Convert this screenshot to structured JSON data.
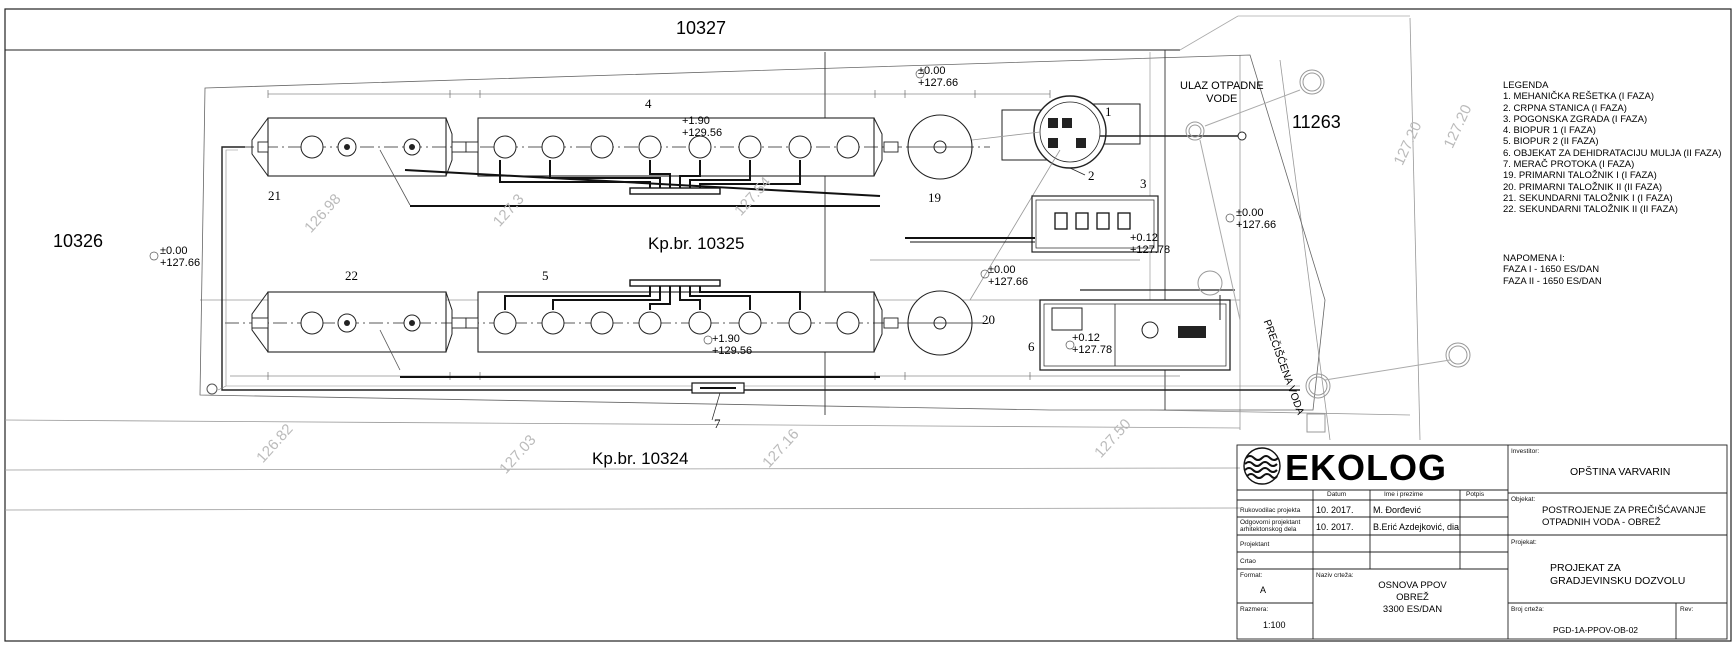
{
  "parcels": {
    "top": "10327",
    "left": "10326",
    "center": "Kp.br. 10325",
    "bottom": "Kp.br. 10324",
    "right": "11263"
  },
  "levels": {
    "a": [
      "±0.00",
      "+127.66"
    ],
    "b": [
      "±0.00",
      "+127.66"
    ],
    "c": [
      "±0.00",
      "+127.66"
    ],
    "d": [
      "±0.00",
      "+127.66"
    ],
    "e": [
      "+1.90",
      "+129.56"
    ],
    "f": [
      "+1.90",
      "+129.56"
    ],
    "g": [
      "+0.12",
      "+127.78"
    ],
    "h": [
      "+0.12",
      "+127.78"
    ]
  },
  "inlet": [
    "ULAZ OTPADNE",
    "VODE"
  ],
  "outlet": "PREČIŠĆENA VODA",
  "item_numbers": [
    "1",
    "2",
    "3",
    "4",
    "5",
    "6",
    "7",
    "19",
    "20",
    "21",
    "22"
  ],
  "ground_levels": [
    "126.98",
    "127.3",
    "127.54",
    "126.82",
    "127.03",
    "127.16",
    "127.50",
    "127.20",
    "127.20"
  ],
  "legend": {
    "title": "LEGENDA",
    "items": [
      "1. MEHANIČKA REŠETKA (I FAZA)",
      "2. CRPNA STANICA (I FAZA)",
      "3. POGONSKA ZGRADA (I FAZA)",
      "4. BIOPUR 1 (I FAZA)",
      "5. BIOPUR 2 (II FAZA)",
      "6. OBJEKAT ZA DEHIDRATACIJU MULJA (II FAZA)",
      "7. MERAČ PROTOKA (I FAZA)",
      "19. PRIMARNI TALOŽNIK I (I FAZA)",
      "20. PRIMARNI TALOŽNIK II (II FAZA)",
      "21. SEKUNDARNI TALOŽNIK I (I FAZA)",
      "22. SEKUNDARNI TALOŽNIK II (II FAZA)"
    ],
    "note_title": "NAPOMENA I:",
    "notes": [
      "FAZA I - 1650 ES/DAN",
      "FAZA II - 1650 ES/DAN"
    ]
  },
  "titleblock": {
    "logo": "EKOLOG",
    "headers": {
      "date": "Datum",
      "name": "Ime i prezime",
      "sign": "Potpis"
    },
    "rows": [
      {
        "role": "Rukovodilac projekta",
        "date": "10. 2017.",
        "name": "M. Đorđević"
      },
      {
        "role": "Odgovorni projektant arhitektonskog dela",
        "date": "10. 2017.",
        "name": "B.Erić Azdejković, dia"
      },
      {
        "role": "Projektant",
        "date": "",
        "name": ""
      },
      {
        "role": "Crtao",
        "date": "",
        "name": ""
      }
    ],
    "format_label": "Format:",
    "format_value": "A",
    "scale_label": "Razmera:",
    "scale_value": "1:100",
    "drawing_name_label": "Naziv crteža:",
    "drawing_name": [
      "OSNOVA PPOV",
      "OBREŽ",
      "3300 ES/DAN"
    ],
    "investor_label": "Investitor:",
    "investor": "OPŠTINA VARVARIN",
    "object_label": "Objekat:",
    "object": [
      "POSTROJENJE ZA PREČIŠĆAVANJE",
      "OTPADNIH VODA - OBREŽ"
    ],
    "project_label": "Projekat:",
    "project": [
      "PROJEKAT ZA",
      "GRADJEVINSKU DOZVOLU"
    ],
    "drawing_no_label": "Broj crteža:",
    "drawing_no": "PGD-1A-PPOV-OB-02",
    "rev_label": "Rev:"
  }
}
